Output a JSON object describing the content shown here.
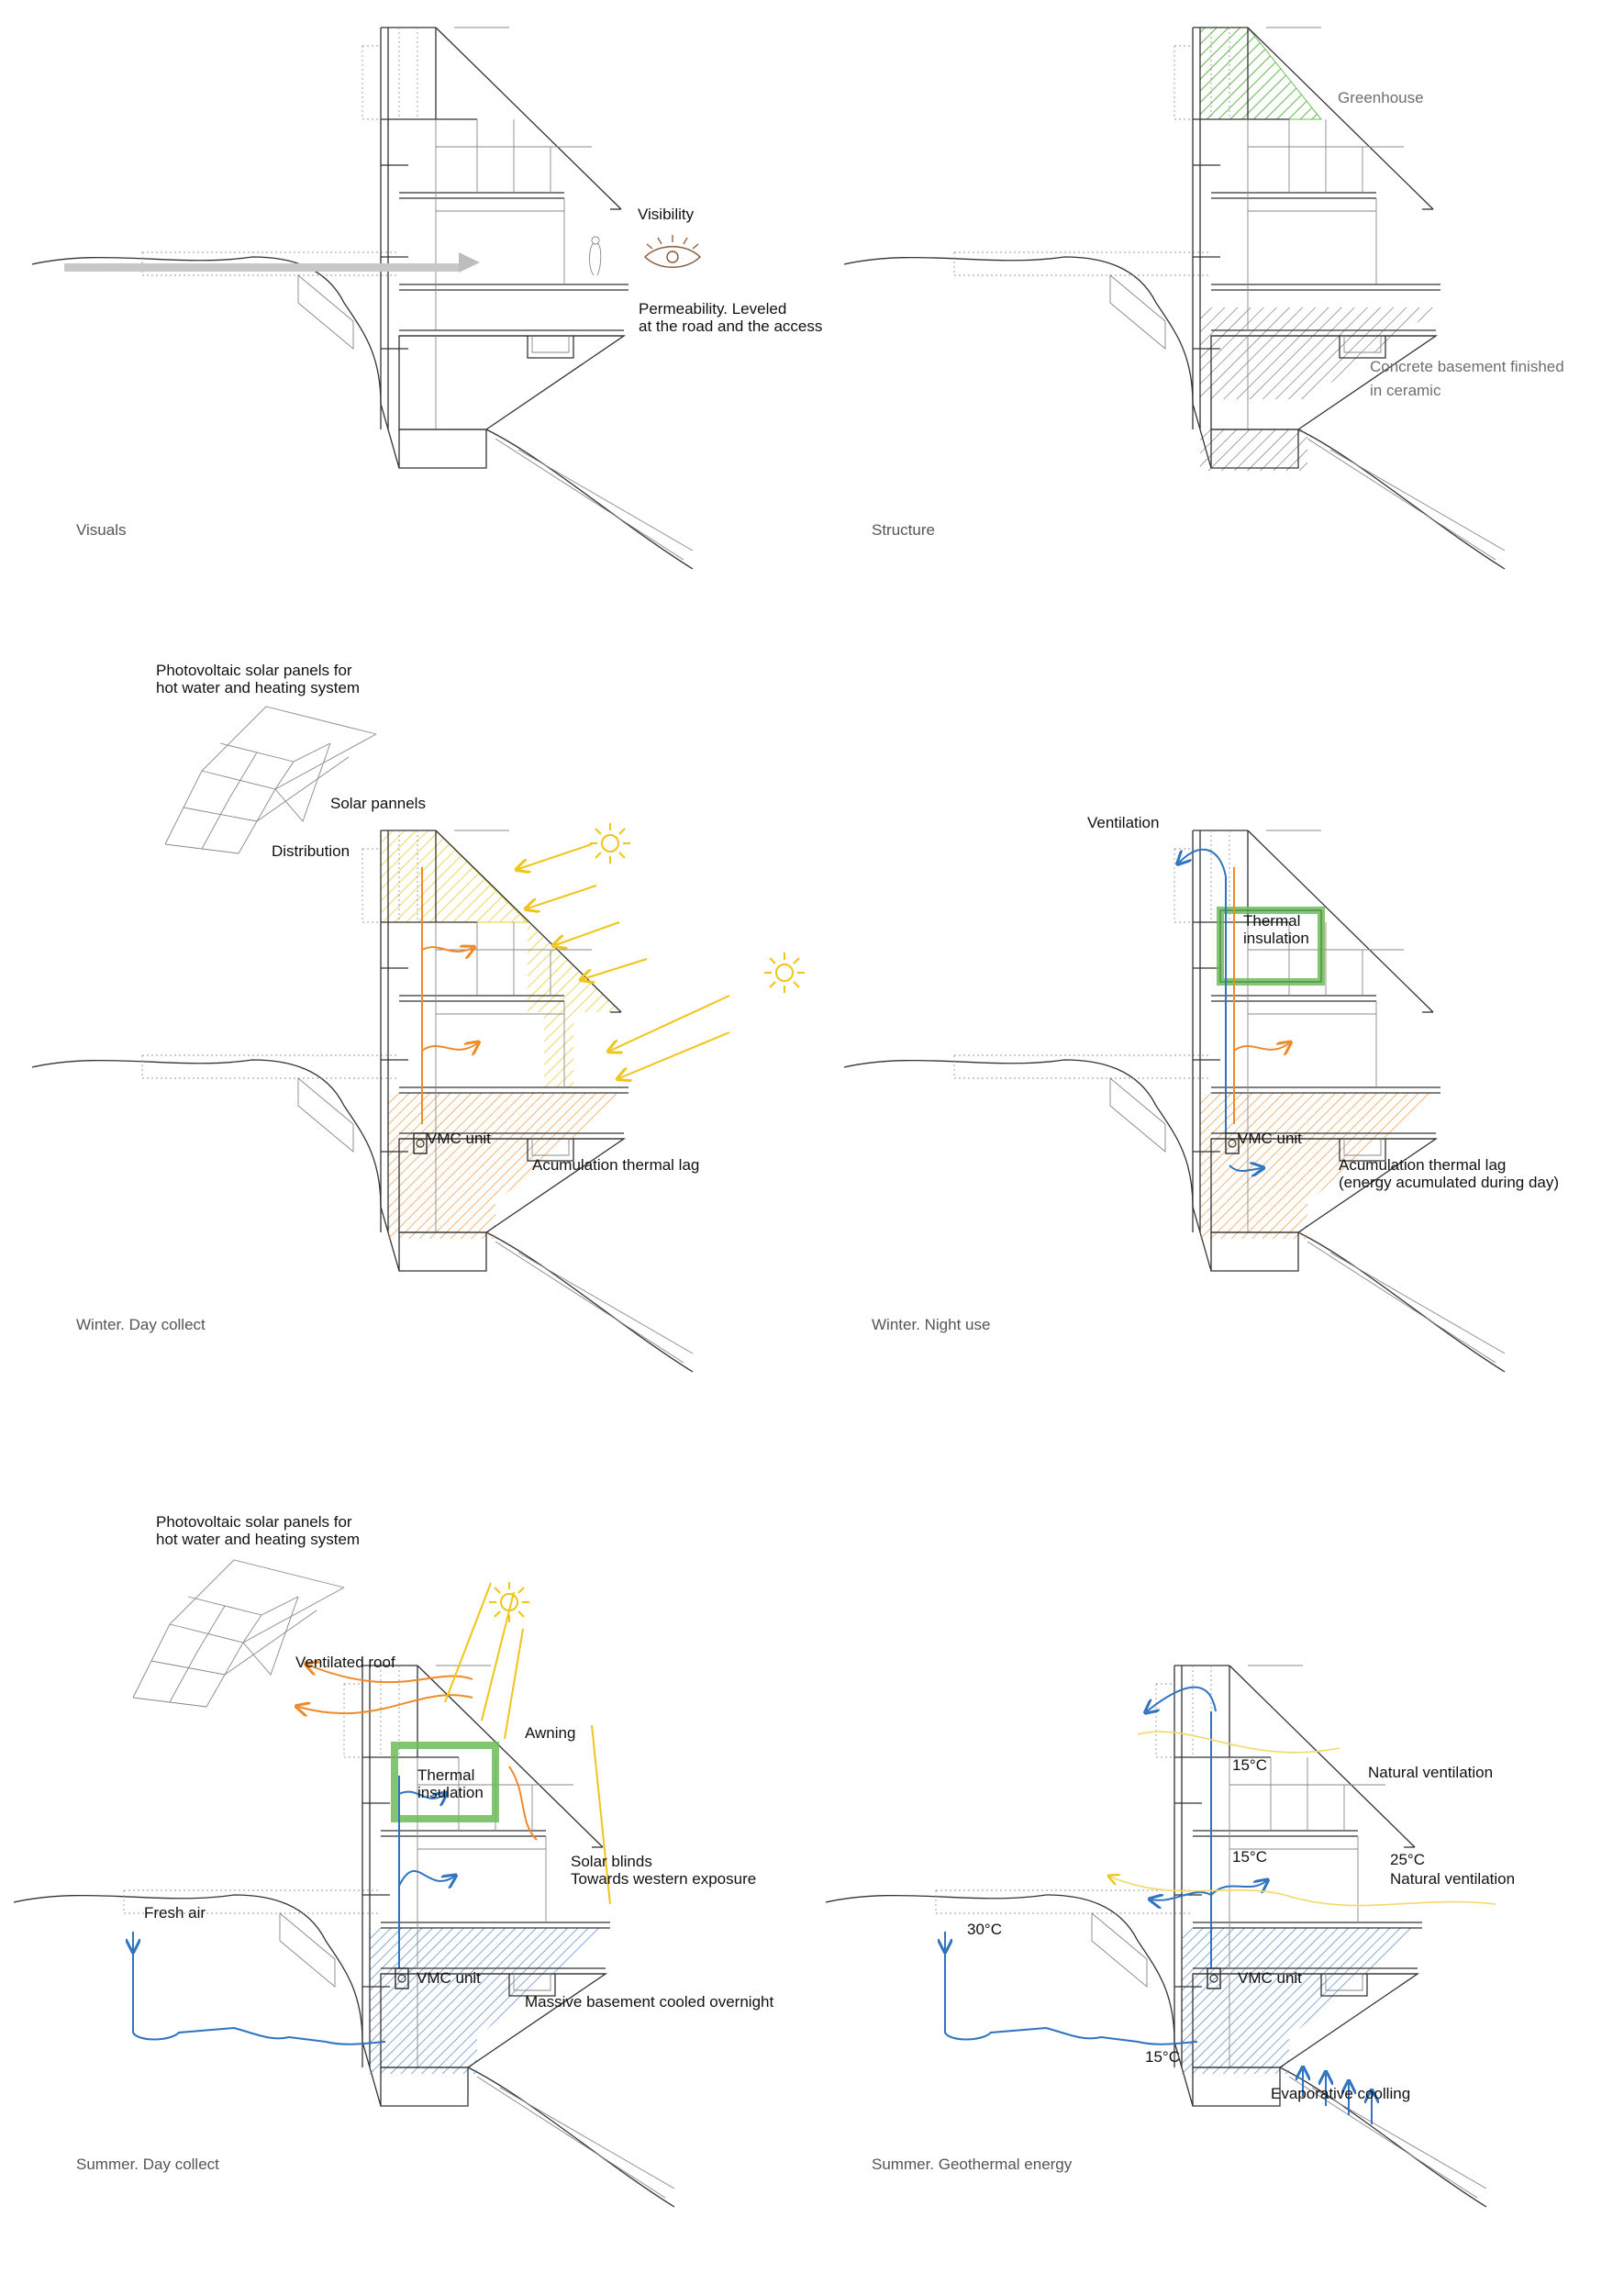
{
  "panels": {
    "visuals": {
      "caption": "Visuals",
      "visibility": "Visibility",
      "permeability_1": "Permeability. Leveled",
      "permeability_2": "at the road and the access"
    },
    "structure": {
      "caption": "Structure",
      "greenhouse": "Greenhouse",
      "basement_1": "Concrete basement finished",
      "basement_2": "in ceramic"
    },
    "winter_day": {
      "caption": "Winter. Day collect",
      "pv_1": "Photovoltaic solar panels for",
      "pv_2": "hot water and heating system",
      "solar": "Solar pannels",
      "distribution": "Distribution",
      "vmc": "VMC unit",
      "accumulation": "Acumulation thermal lag"
    },
    "winter_night": {
      "caption": "Winter. Night use",
      "ventilation": "Ventilation",
      "thermal_1": "Thermal",
      "thermal_2": "insulation",
      "vmc": "VMC unit",
      "accumulation_1": "Acumulation thermal lag",
      "accumulation_2": "(energy acumulated during day)"
    },
    "summer_day": {
      "caption": "Summer. Day collect",
      "pv_1": "Photovoltaic solar panels for",
      "pv_2": "hot water and heating system",
      "ventilated_roof": "Ventilated roof",
      "awning": "Awning",
      "thermal_1": "Thermal",
      "thermal_2": "insulation",
      "blinds_1": "Solar blinds",
      "blinds_2": "Towards western exposure",
      "fresh_air": "Fresh air",
      "vmc": "VMC unit",
      "massive": "Massive basement cooled overnight"
    },
    "summer_geo": {
      "caption": "Summer. Geothermal energy",
      "temp_outside": "30°C",
      "temp_upper": "15°C",
      "temp_middle": "15°C",
      "temp_ground": "15°C",
      "temp_ext": "25°C",
      "natural_1": "Natural ventilation",
      "natural_2": "Natural ventilation",
      "vmc": "VMC unit",
      "evaporative": "Evaporative coolling"
    }
  },
  "colors": {
    "line": "#333333",
    "greenhouse_green": "#7cc36b",
    "solar_yellow": "#f0c419",
    "warm_orange": "#f08c28",
    "cool_blue": "#2f74c0",
    "arrow_gray": "#bdbdbd"
  }
}
